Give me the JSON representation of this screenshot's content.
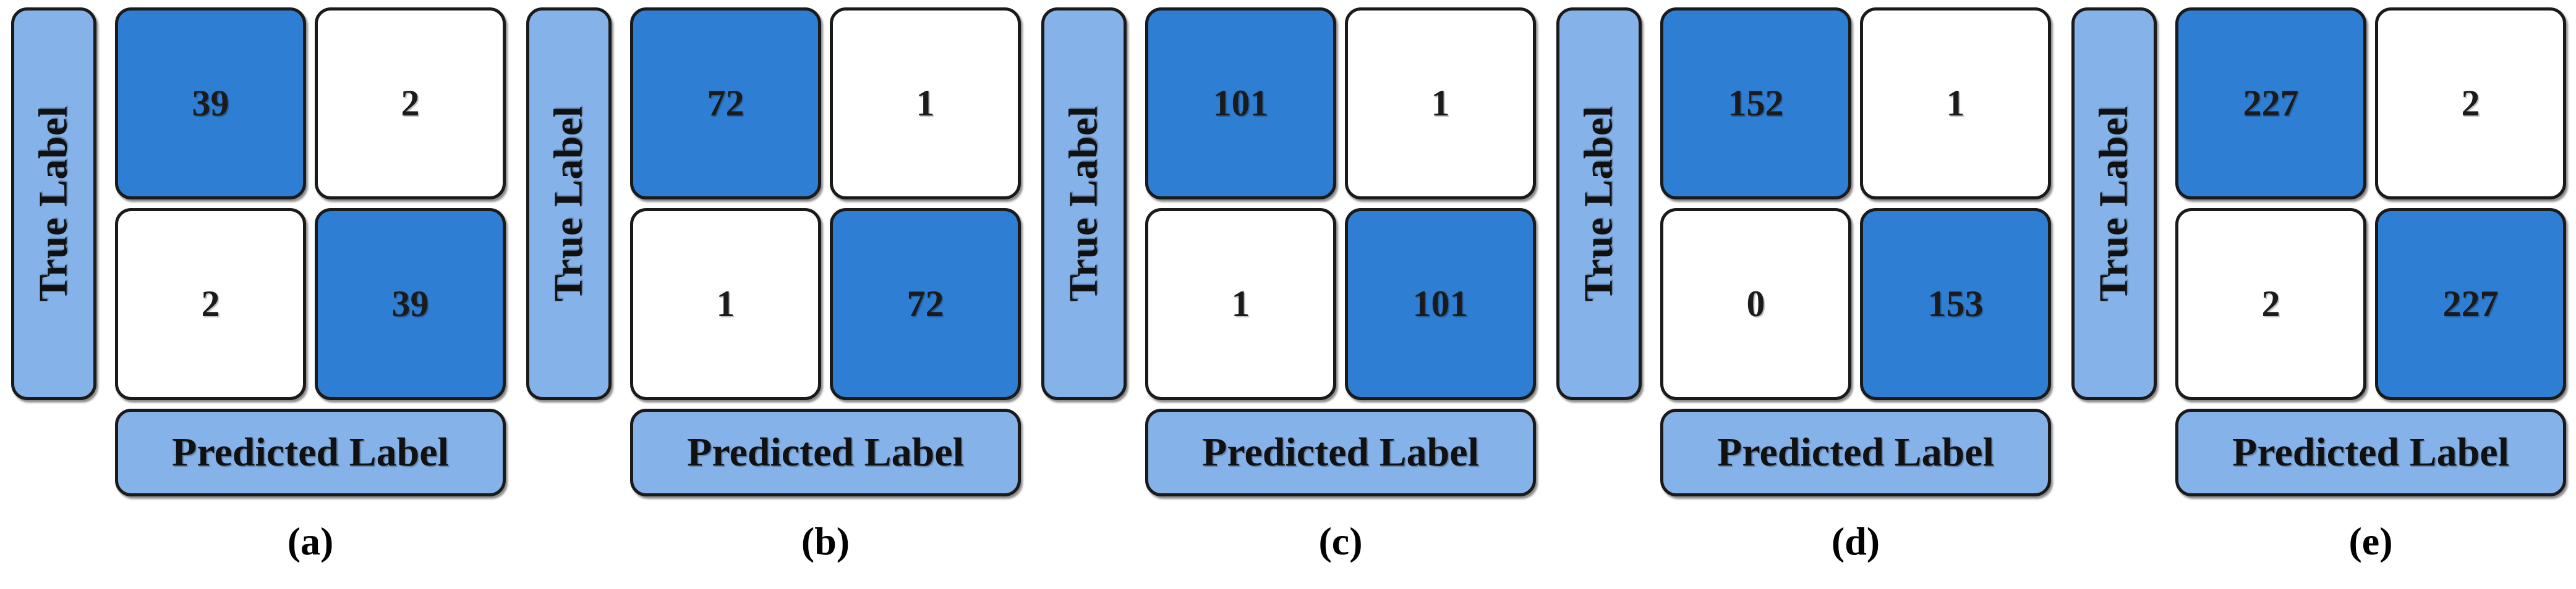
{
  "figure": {
    "type": "confusion-matrix-grid",
    "panel_count": 5,
    "axis_labels": {
      "y": "True Label",
      "x": "Predicted Label"
    },
    "colors": {
      "diagonal_fill": "#2e7fd4",
      "offdiagonal_fill": "#ffffff",
      "label_bar_fill": "#85b2e8",
      "border": "#1a1a1a",
      "text": "#111111",
      "background": "#ffffff"
    }
  },
  "chart_data": {
    "type": "heatmap",
    "title": "",
    "xlabel": "Predicted Label",
    "ylabel": "True Label",
    "grid": false,
    "legend": "none",
    "layout": "1 row x 5 columns",
    "panels": [
      {
        "caption": "(a)",
        "matrix": [
          [
            39,
            2
          ],
          [
            2,
            39
          ]
        ],
        "cells": [
          {
            "value": "39",
            "row": 0,
            "col": 0,
            "kind": "diagonal"
          },
          {
            "value": "2",
            "row": 0,
            "col": 1,
            "kind": "offdiagonal"
          },
          {
            "value": "2",
            "row": 1,
            "col": 0,
            "kind": "offdiagonal"
          },
          {
            "value": "39",
            "row": 1,
            "col": 1,
            "kind": "diagonal"
          }
        ]
      },
      {
        "caption": "(b)",
        "matrix": [
          [
            72,
            1
          ],
          [
            1,
            72
          ]
        ],
        "cells": [
          {
            "value": "72",
            "row": 0,
            "col": 0,
            "kind": "diagonal"
          },
          {
            "value": "1",
            "row": 0,
            "col": 1,
            "kind": "offdiagonal"
          },
          {
            "value": "1",
            "row": 1,
            "col": 0,
            "kind": "offdiagonal"
          },
          {
            "value": "72",
            "row": 1,
            "col": 1,
            "kind": "diagonal"
          }
        ]
      },
      {
        "caption": "(c)",
        "matrix": [
          [
            101,
            1
          ],
          [
            1,
            101
          ]
        ],
        "cells": [
          {
            "value": "101",
            "row": 0,
            "col": 0,
            "kind": "diagonal"
          },
          {
            "value": "1",
            "row": 0,
            "col": 1,
            "kind": "offdiagonal"
          },
          {
            "value": "1",
            "row": 1,
            "col": 0,
            "kind": "offdiagonal"
          },
          {
            "value": "101",
            "row": 1,
            "col": 1,
            "kind": "diagonal"
          }
        ]
      },
      {
        "caption": "(d)",
        "matrix": [
          [
            152,
            1
          ],
          [
            0,
            153
          ]
        ],
        "cells": [
          {
            "value": "152",
            "row": 0,
            "col": 0,
            "kind": "diagonal"
          },
          {
            "value": "1",
            "row": 0,
            "col": 1,
            "kind": "offdiagonal"
          },
          {
            "value": "0",
            "row": 1,
            "col": 0,
            "kind": "offdiagonal"
          },
          {
            "value": "153",
            "row": 1,
            "col": 1,
            "kind": "diagonal"
          }
        ]
      },
      {
        "caption": "(e)",
        "matrix": [
          [
            227,
            2
          ],
          [
            2,
            227
          ]
        ],
        "cells": [
          {
            "value": "227",
            "row": 0,
            "col": 0,
            "kind": "diagonal"
          },
          {
            "value": "2",
            "row": 0,
            "col": 1,
            "kind": "offdiagonal"
          },
          {
            "value": "2",
            "row": 1,
            "col": 0,
            "kind": "offdiagonal"
          },
          {
            "value": "227",
            "row": 1,
            "col": 1,
            "kind": "diagonal"
          }
        ]
      }
    ]
  }
}
